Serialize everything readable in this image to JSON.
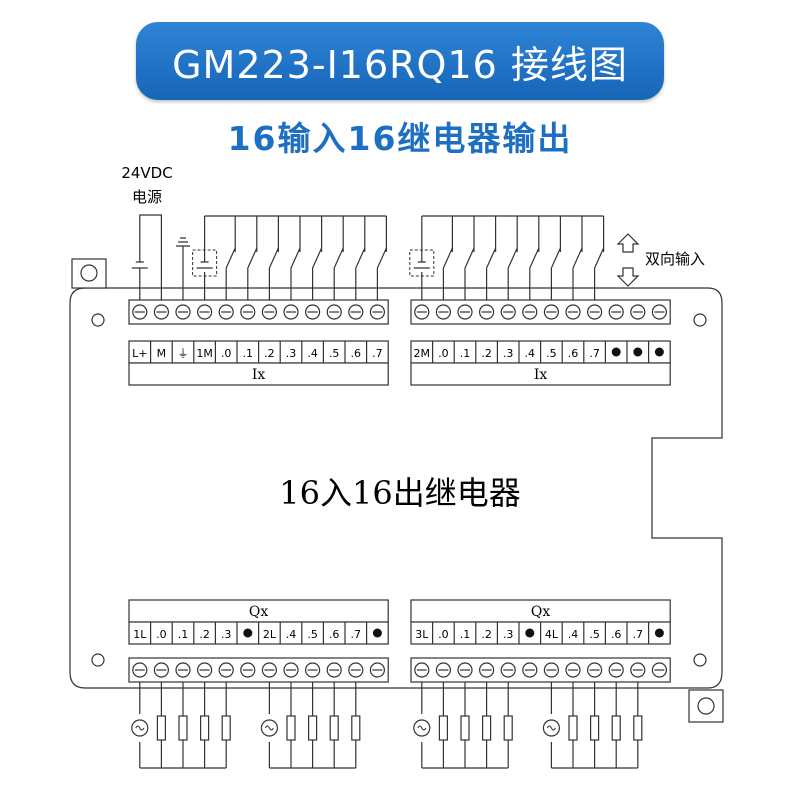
{
  "title": "GM223-I16RQ16 接线图",
  "subtitle": "16输入16继电器输出",
  "power_label_line1": "24VDC",
  "power_label_line2": "电源",
  "bidirectional_label": "双向输入",
  "center_label": "16入16出继电器",
  "top_left_block": {
    "labels": [
      "L+",
      "M",
      "⏚",
      "1M",
      ".0",
      ".1",
      ".2",
      ".3",
      ".4",
      ".5",
      ".6",
      ".7"
    ],
    "caption": "Ix"
  },
  "top_right_block": {
    "labels": [
      "2M",
      ".0",
      ".1",
      ".2",
      ".3",
      ".4",
      ".5",
      ".6",
      ".7",
      "●",
      "●",
      "●"
    ],
    "caption": "Ix"
  },
  "bottom_left_block": {
    "caption": "Qx",
    "labels": [
      "1L",
      ".0",
      ".1",
      ".2",
      ".3",
      "●",
      "2L",
      ".4",
      ".5",
      ".6",
      ".7",
      "●"
    ]
  },
  "bottom_right_block": {
    "caption": "Qx",
    "labels": [
      "3L",
      ".0",
      ".1",
      ".2",
      ".3",
      "●",
      "4L",
      ".4",
      ".5",
      ".6",
      ".7",
      "●"
    ]
  },
  "colors": {
    "title_bg": "#1f74c9",
    "subtitle": "#1d6fc4",
    "line": "#333333"
  }
}
